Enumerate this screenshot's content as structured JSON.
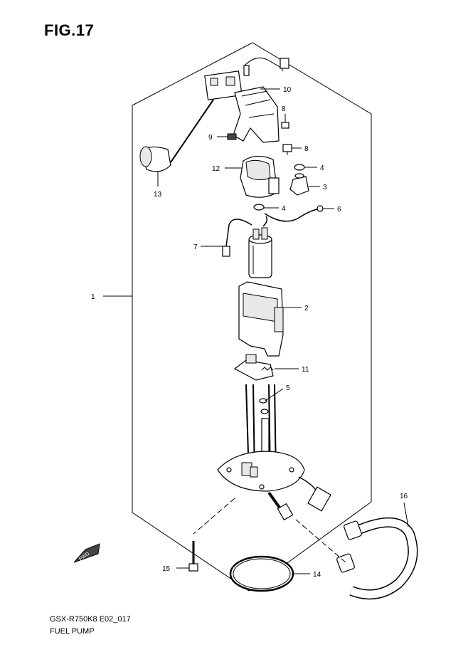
{
  "figure": {
    "title": "FIG.17"
  },
  "footer": {
    "code": "GSX-R750K8 E02_017",
    "name": "FUEL PUMP"
  },
  "fwd_label": "FWD",
  "callouts": [
    {
      "id": "1",
      "text": "1"
    },
    {
      "id": "2",
      "text": "2"
    },
    {
      "id": "3",
      "text": "3"
    },
    {
      "id": "4a",
      "text": "4"
    },
    {
      "id": "4b",
      "text": "4"
    },
    {
      "id": "5",
      "text": "5"
    },
    {
      "id": "6",
      "text": "6"
    },
    {
      "id": "7",
      "text": "7"
    },
    {
      "id": "8a",
      "text": "8"
    },
    {
      "id": "8b",
      "text": "8"
    },
    {
      "id": "9",
      "text": "9"
    },
    {
      "id": "10",
      "text": "10"
    },
    {
      "id": "11",
      "text": "11"
    },
    {
      "id": "12",
      "text": "12"
    },
    {
      "id": "13",
      "text": "13"
    },
    {
      "id": "14",
      "text": "14"
    },
    {
      "id": "15",
      "text": "15"
    },
    {
      "id": "16",
      "text": "16"
    }
  ]
}
